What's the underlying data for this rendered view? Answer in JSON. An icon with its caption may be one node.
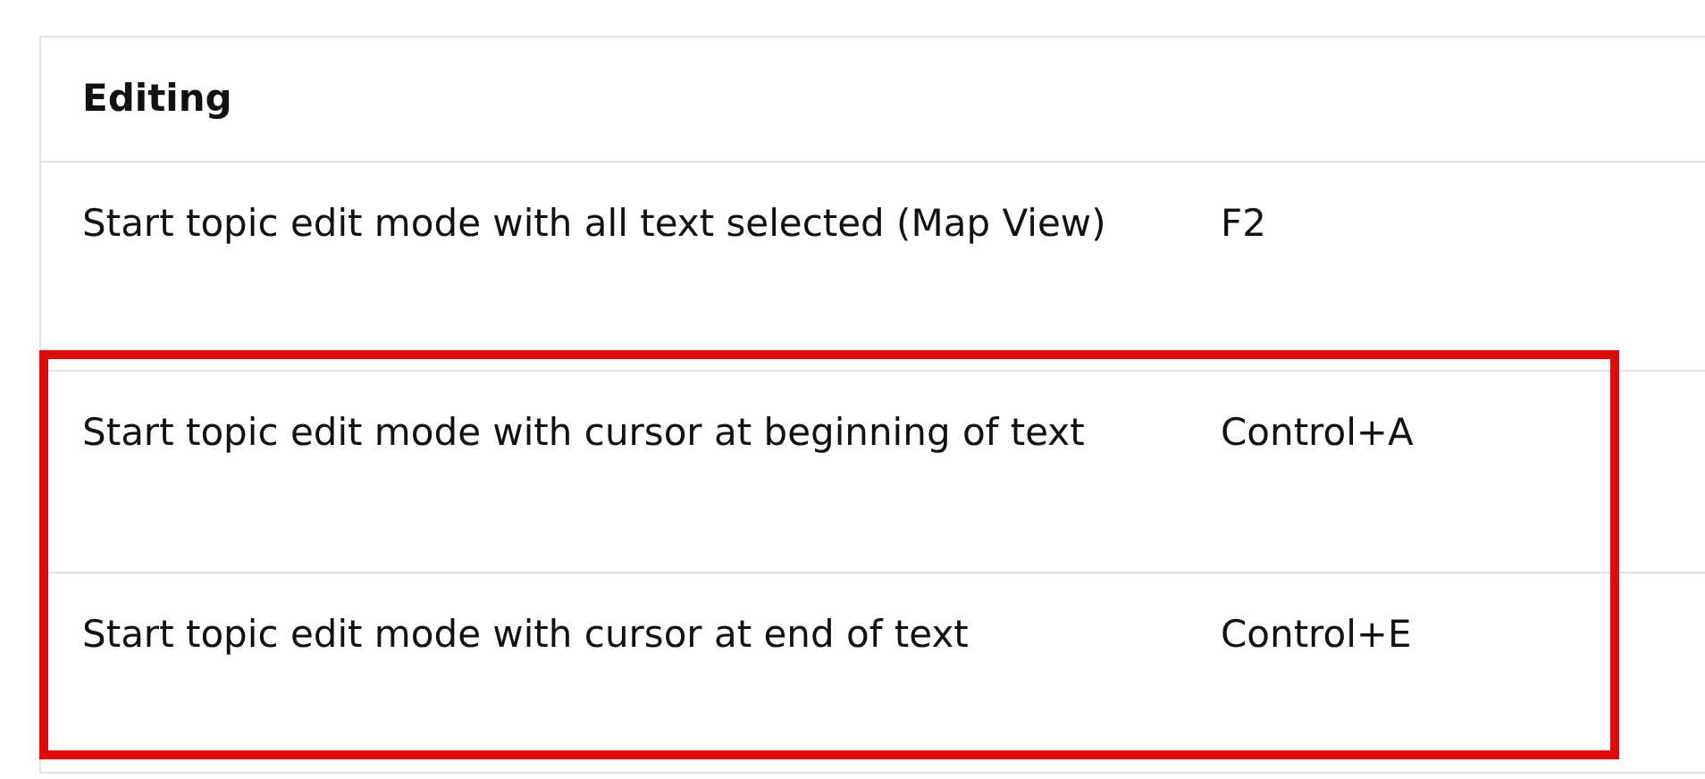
{
  "diagram": {
    "labels": [
      "Editing",
      "Start topic edit mode with all text selected (Map View)",
      "F2",
      "Start topic edit mode with cursor at beginning of text",
      "Control+A",
      "Start topic edit mode with cursor at end of text",
      "Control+E"
    ]
  }
}
